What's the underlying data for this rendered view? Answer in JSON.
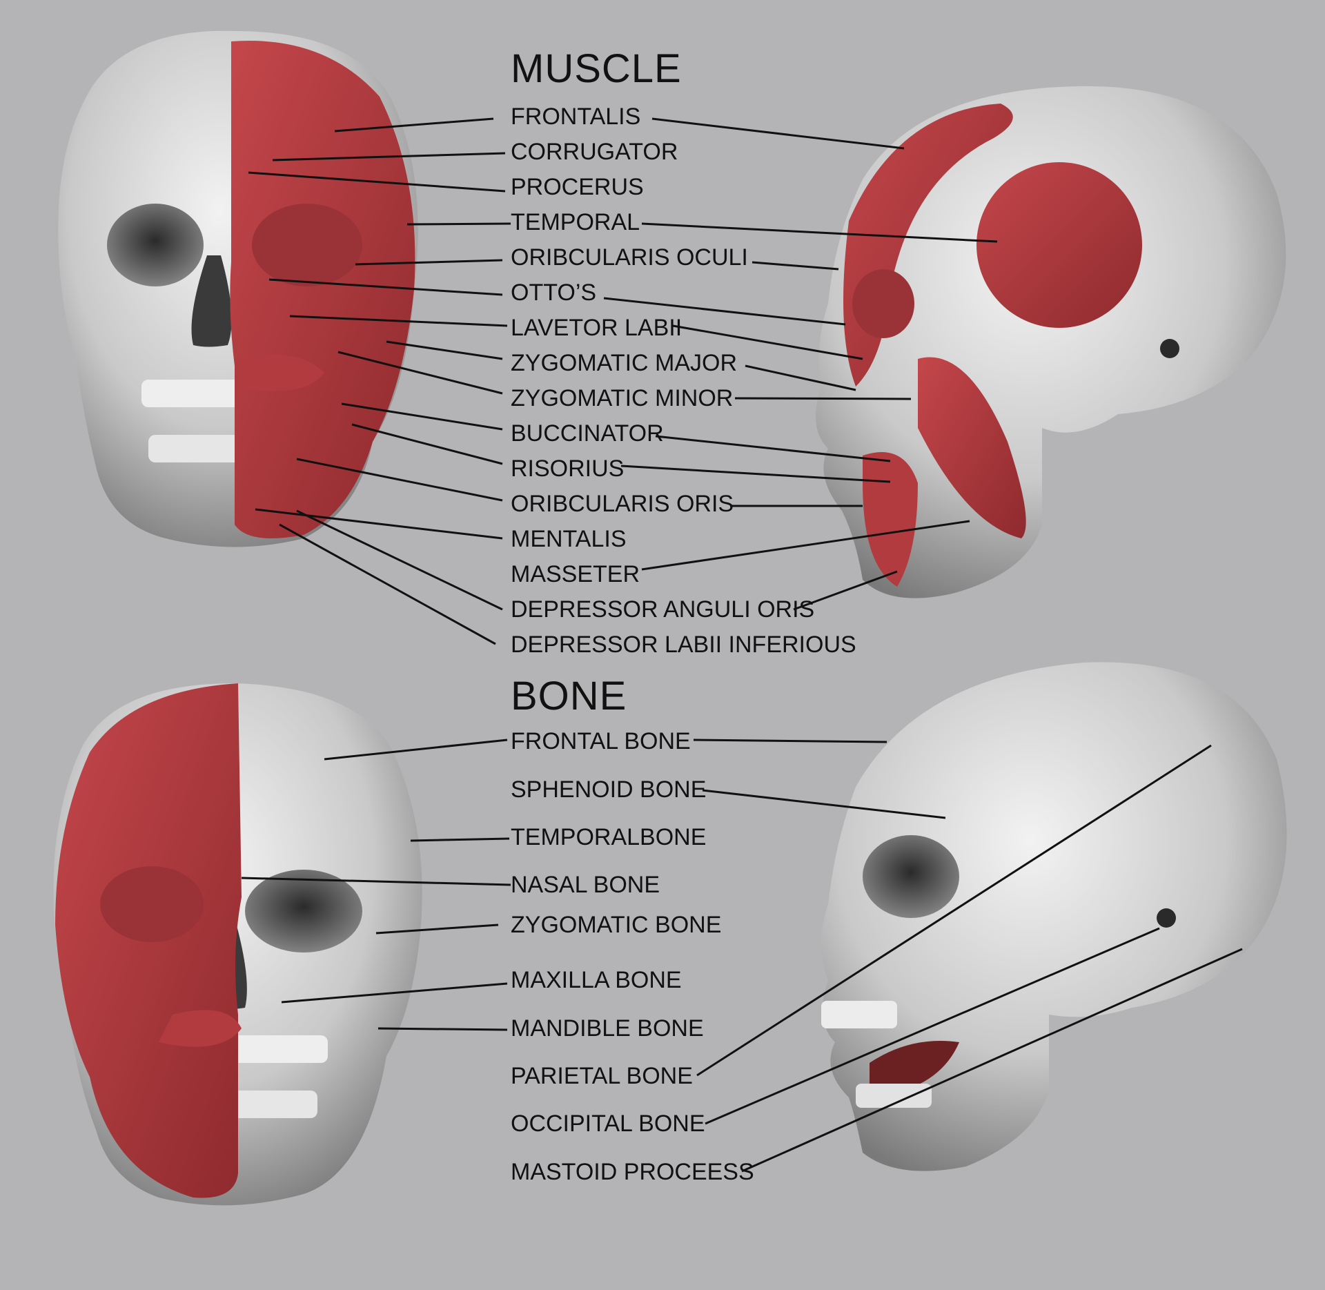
{
  "colors": {
    "background": "#b4b4b6",
    "bone": "#d2d2d2",
    "muscle": "#b0383c",
    "leader_line": "#111111",
    "label_text": "#111111"
  },
  "muscle_section": {
    "title": "MUSCLE",
    "labels": [
      "FRONTALIS",
      "CORRUGATOR",
      "PROCERUS",
      "TEMPORAL",
      "ORIBCULARIS OCULI",
      "OTTO’S",
      "LAVETOR LABII",
      "ZYGOMATIC MAJOR",
      "ZYGOMATIC MINOR",
      "BUCCINATOR",
      "RISORIUS",
      "ORIBCULARIS ORIS",
      "MENTALIS",
      "MASSETER",
      "DEPRESSOR ANGULI ORIS",
      "DEPRESSOR LABII INFERIOUS"
    ]
  },
  "bone_section": {
    "title": "BONE",
    "labels": [
      "FRONTAL BONE",
      "SPHENOID BONE",
      "TEMPORALBONE",
      "NASAL BONE",
      "ZYGOMATIC BONE",
      "MAXILLA BONE",
      "MANDIBLE BONE",
      "PARIETAL BONE",
      "OCCIPITAL BONE",
      "MASTOID PROCEESS"
    ]
  }
}
